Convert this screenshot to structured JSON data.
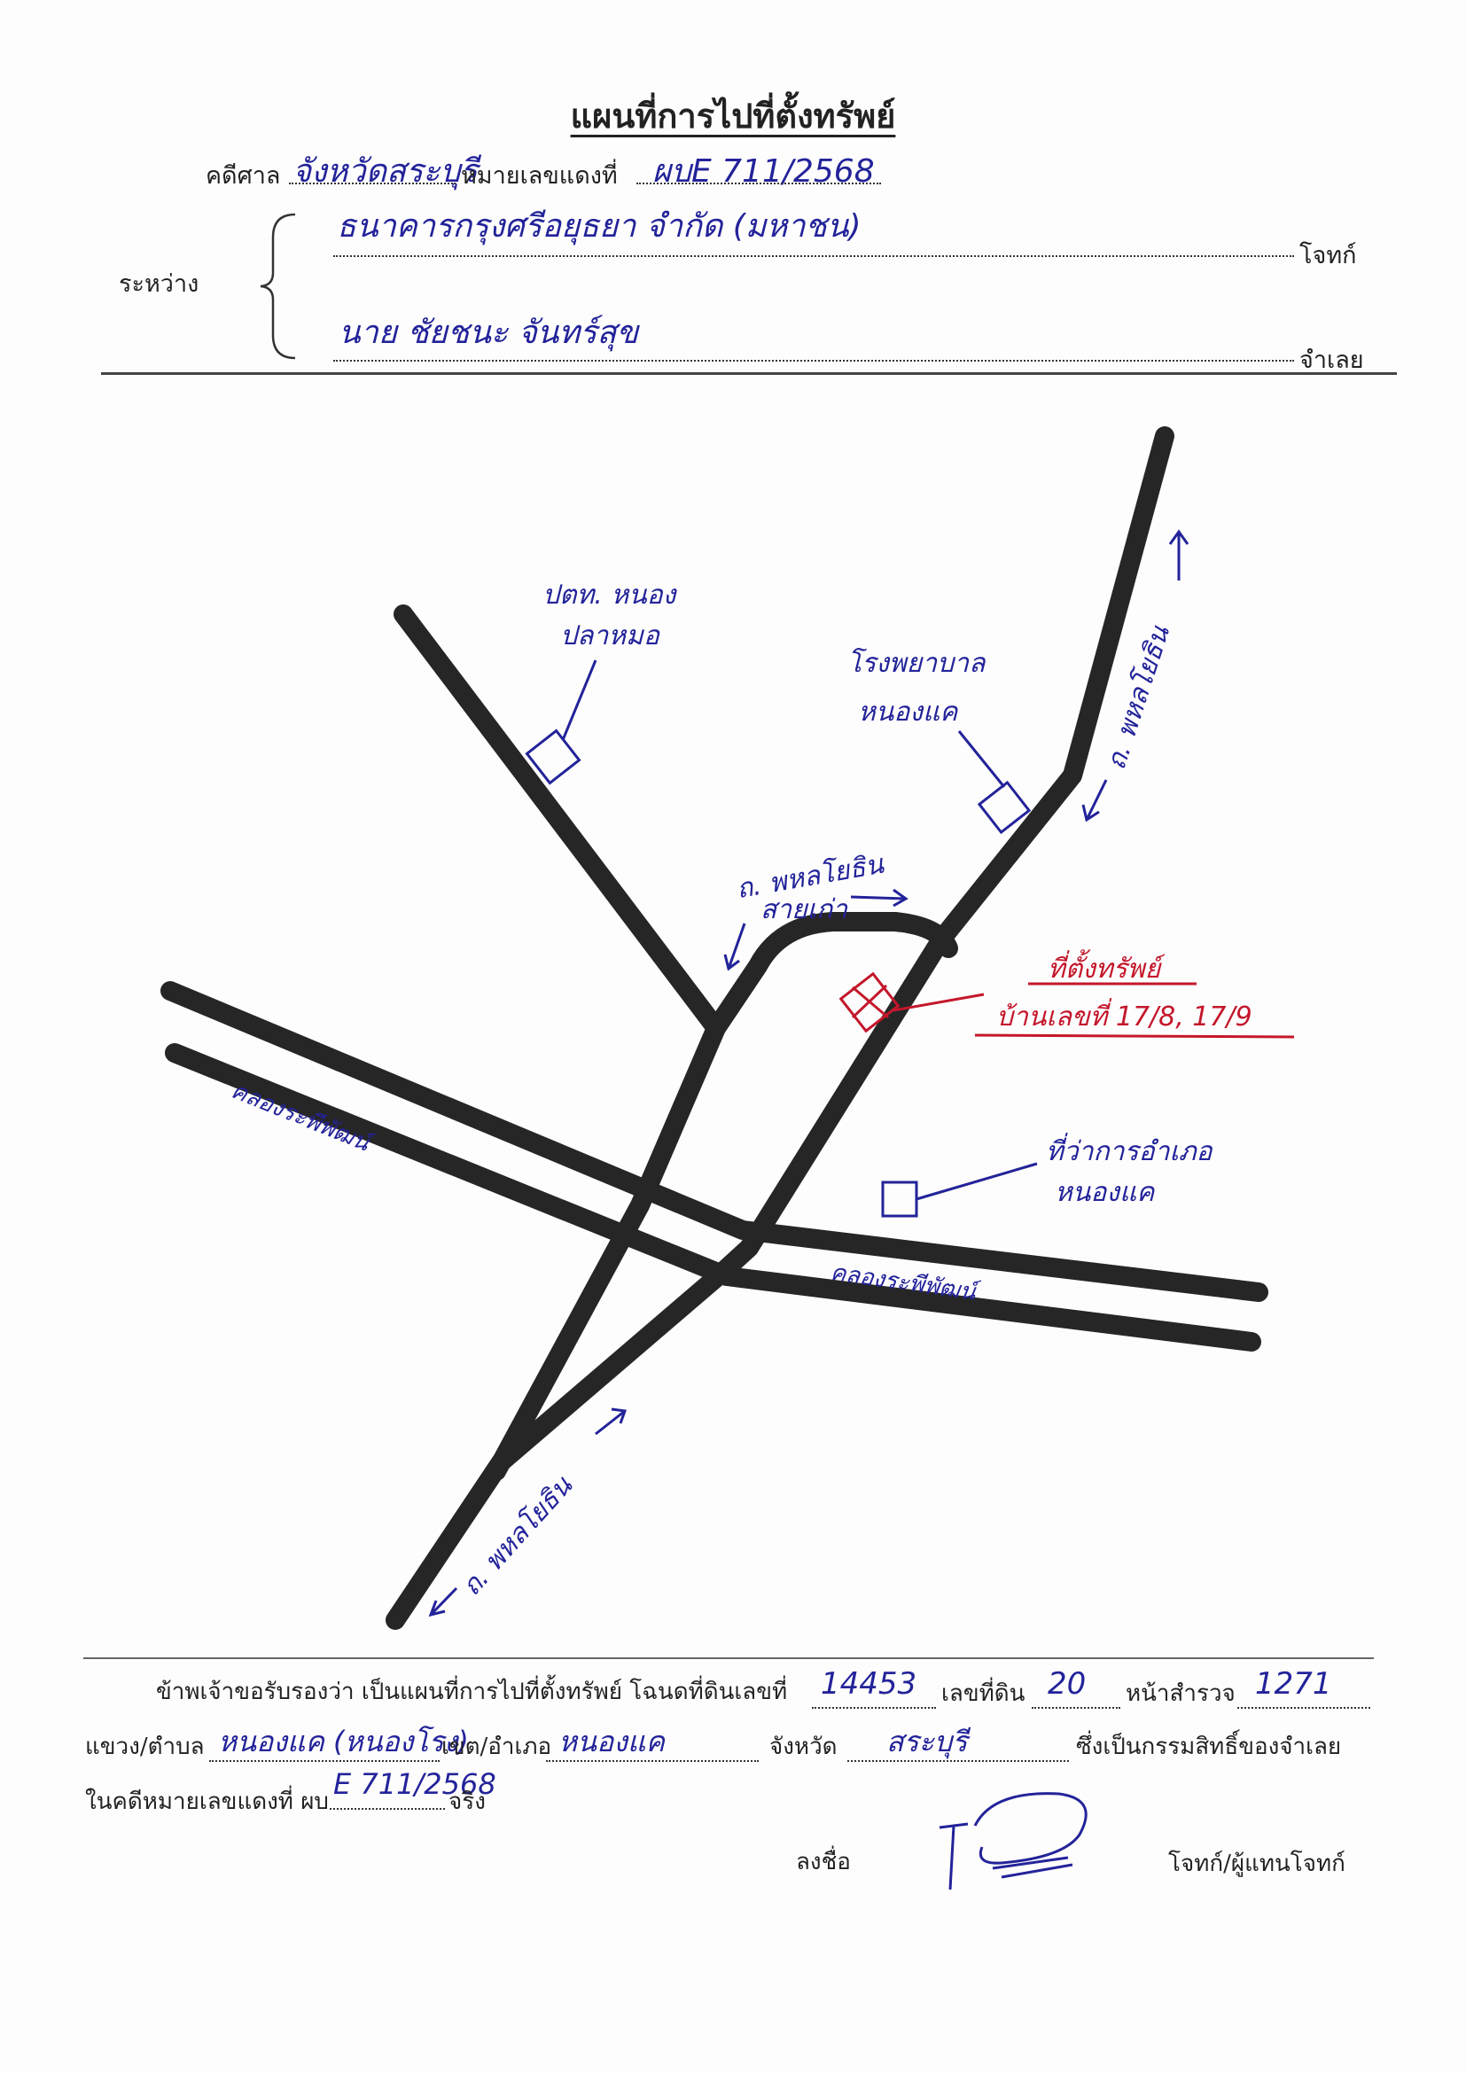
{
  "title": "แผนที่การไปที่ตั้งทรัพย์",
  "header": {
    "court_label": "คดีศาล",
    "court_value": "จังหวัดสระบุรี",
    "red_case_label": "หมายเลขแดงที่",
    "red_case_value": "ผบE 711/2568",
    "between_label": "ระหว่าง",
    "plaintiff_value": "ธนาคารกรุงศรีอยุธยา จำกัด (มหาชน)",
    "plaintiff_label": "โจทก์",
    "defendant_value": "นาย ชัยชนะ จันทร์สุข",
    "defendant_label": "จำเลย"
  },
  "map": {
    "labels": {
      "police": [
        "ปตท. หนอง",
        "ปลาหมอ"
      ],
      "hospital": [
        "โรงพยาบาล",
        "หนองแค"
      ],
      "old_road": [
        "ถ. พหลโยธิน",
        "สายเก่า"
      ],
      "property_title": "ที่ตั้งทรัพย์",
      "property_house": "บ้านเลขที่ 17/8, 17/9",
      "district_office": [
        "ที่ว่าการอำเภอ",
        "หนองแค"
      ],
      "canal_left": "คลองระพีพัฒน์",
      "canal_right": "คลองระพีพัฒน์",
      "road_upper": "ถ. พหลโยธิน",
      "road_lower": "ถ. พหลโยธิน"
    },
    "colors": {
      "road": "#262626",
      "ink": "#23239a",
      "red": "#c4172b"
    }
  },
  "footer": {
    "certify_text": "ข้าพเจ้าขอรับรองว่า เป็นแผนที่การไปที่ตั้งทรัพย์ โฉนดที่ดินเลขที่",
    "deed_no": "14453",
    "land_no_label": "เลขที่ดิน",
    "land_no": "20",
    "survey_label": "หน้าสำรวจ",
    "survey_no": "1271",
    "subdistrict_label": "แขวง/ตำบล",
    "subdistrict": "หนองแค (หนองโรง)",
    "district_label": "เขต/อำเภอ",
    "district": "หนองแค",
    "province_label": "จังหวัด",
    "province": "สระบุรี",
    "ownership_text": "ซึ่งเป็นกรรมสิทธิ์ของจำเลย",
    "case_label": "ในคดีหมายเลขแดงที่ ผบ",
    "case_no": "E 711/2568",
    "true_label": "จริง",
    "sign_label": "ลงชื่อ",
    "signer_role": "โจทก์/ผู้แทนโจทก์"
  }
}
